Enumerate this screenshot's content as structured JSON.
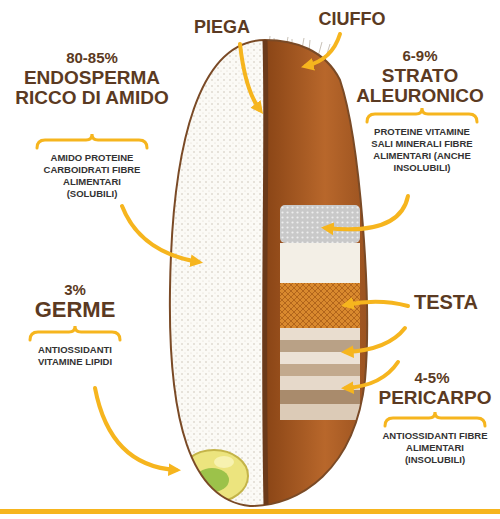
{
  "diagram": {
    "labels": [
      "PIEGA",
      "CIUFFO",
      "80-85%",
      "ENDOSPERMA RICCO DI AMIDO",
      "AMIDO PROTEINE CARBOIDRATI FIBRE ALIMENTARI (SOLUBILI)",
      "6-9%",
      "STRATO ALEURONICO",
      "PROTEINE VITAMINE SALI MINERALI FIBRE ALIMENTARI (ANCHE INSOLUBILI)",
      "3%",
      "GERME",
      "ANTIOSSIDANTI VITAMINE LIPIDI",
      "TESTA",
      "4-5%",
      "PERICARPO",
      "ANTIOSSIDANTI FIBRE ALIMENTARI (INSOLUBILI)"
    ]
  }
}
